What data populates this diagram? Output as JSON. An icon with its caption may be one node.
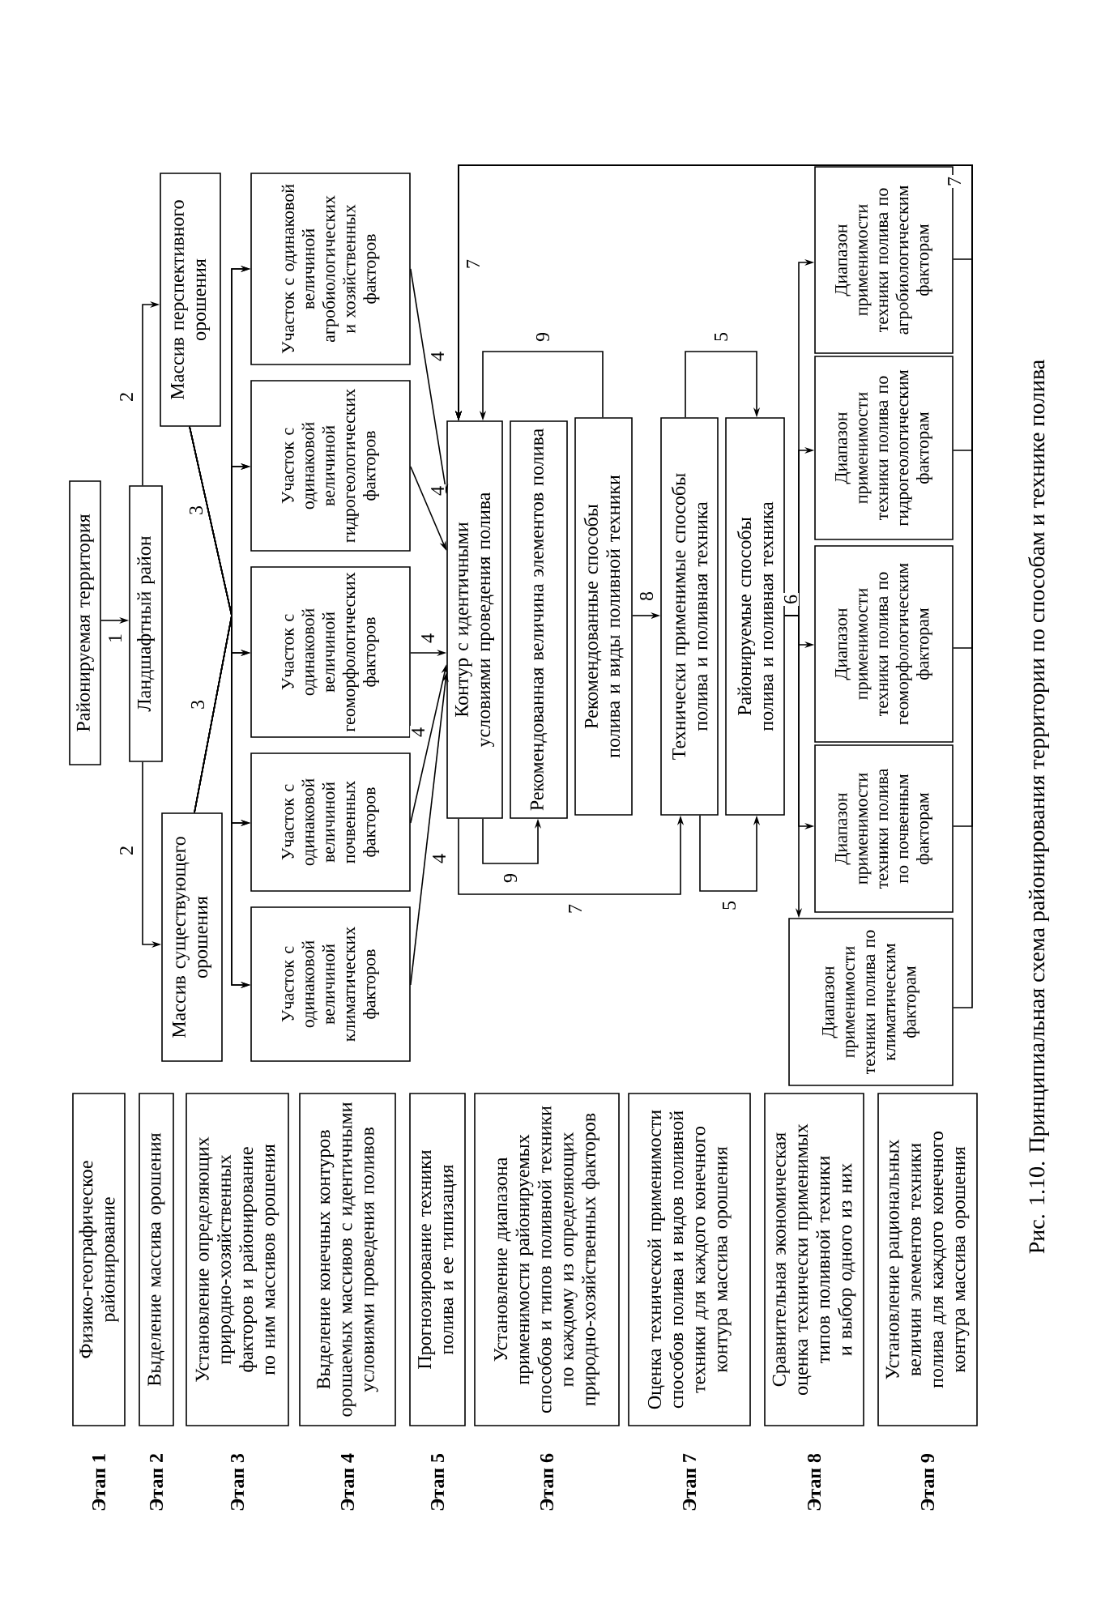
{
  "diagram": {
    "caption": "Рис. 1.10. Принципиальная схема районирования территории по способам и технике полива",
    "nodes": [
      {
        "text": [
          "Физико-географическое районирование"
        ],
        "beside": [
          "Этап 1"
        ]
      },
      {
        "text": [
          "Выделение массива орошения"
        ],
        "beside": [
          "Этап 2"
        ]
      },
      {
        "text": [
          "Установление определяющих природно-хозяйственных факторов и районирование по ним массивов орошения"
        ],
        "beside": [
          "Этап 3"
        ]
      },
      {
        "text": [
          "Выделение конечных контуров орошаемых массивов с идентичными условиями проведения поливов"
        ],
        "beside": [
          "Этап 4"
        ]
      },
      {
        "text": [
          "Прогнозирование техники полива и ее типизация"
        ],
        "beside": [
          "Этап 5"
        ]
      },
      {
        "text": [
          "Установление диапазона применимости районируемых способов и типов поливной техники по каждому из определяющих природно-хозяйственных факторов"
        ],
        "beside": [
          "Этап 6"
        ]
      },
      {
        "text": [
          "Оценка технической применимости способов полива и видов поливной техники для каждого конечного контура массива орошения"
        ],
        "beside": [
          "Этап 7"
        ]
      },
      {
        "text": [
          "Сравнительная экономическая оценка технически применимых типов поливной техники и выбор одного из них"
        ],
        "beside": [
          "Этап 8"
        ]
      },
      {
        "text": [
          "Установление рациональных величин элементов техники полива для каждого конечного контура массива орошения"
        ],
        "beside": [
          "Этап 9"
        ]
      },
      {
        "text": [
          "Районируемая территория"
        ]
      },
      {
        "text": [
          "Ландшафтный район"
        ]
      },
      {
        "text": [
          "Массив существующего орошения"
        ]
      },
      {
        "text": [
          "Массив перспективного орошения"
        ]
      },
      {
        "text": [
          "Участок с одинаковой величиной климатических факторов"
        ]
      },
      {
        "text": [
          "Участок с одинаковой величиной почвенных факторов"
        ]
      },
      {
        "text": [
          "Участок с одинаковой величиной геоморфологических факторов"
        ]
      },
      {
        "text": [
          "Участок с одинаковой величиной гидрогеологических факторов"
        ]
      },
      {
        "text": [
          "Участок с одинаковой величиной агробиологических и хозяйственных факторов"
        ]
      },
      {
        "text": [
          "Контур с идентичными условиями проведения полива"
        ]
      },
      {
        "text": [
          "Рекомендованная величина элементов полива"
        ]
      },
      {
        "text": [
          "Рекомендованные способы полива и виды поливной техники"
        ]
      },
      {
        "text": [
          "Технически применимые способы полива и поливная техника"
        ]
      },
      {
        "text": [
          "Районируемые способы полива и поливная техника"
        ]
      },
      {
        "text": [
          "Диапазон применимости техники полива по климатическим факторам"
        ]
      },
      {
        "text": [
          "Диапазон применимости техники полива по почвенным факторам"
        ]
      },
      {
        "text": [
          "Диапазон применимости техники полива по геоморфологическим факторам"
        ]
      },
      {
        "text": [
          "Диапазон применимости техники полива по гидрогеологическим факторам"
        ]
      },
      {
        "text": [
          "Диапазон применимости техники полива по агробиологическим факторам"
        ]
      }
    ],
    "edges": [
      {
        "from": 9,
        "to": 10,
        "arrow": "to",
        "label": "1"
      },
      {
        "from": 10,
        "to": 11,
        "arrow": "to",
        "label": "2"
      },
      {
        "from": 10,
        "to": 12,
        "arrow": "to",
        "label": "2"
      },
      {
        "from": 11,
        "to": 13,
        "arrow": "to",
        "label": "3"
      },
      {
        "from": 11,
        "to": 14,
        "arrow": "to"
      },
      {
        "from": 11,
        "to": 15,
        "arrow": "to"
      },
      {
        "from": 11,
        "to": 16,
        "arrow": "to"
      },
      {
        "from": 11,
        "to": 17,
        "arrow": "to"
      },
      {
        "from": 12,
        "to": 13,
        "arrow": "to"
      },
      {
        "from": 12,
        "to": 14,
        "arrow": "to"
      },
      {
        "from": 12,
        "to": 15,
        "arrow": "to"
      },
      {
        "from": 12,
        "to": 16,
        "arrow": "to"
      },
      {
        "from": 12,
        "to": 17,
        "arrow": "to",
        "label": "3"
      },
      {
        "from": 13,
        "to": 18,
        "arrow": "to",
        "label": "4"
      },
      {
        "from": 14,
        "to": 18,
        "arrow": "to",
        "label": "4"
      },
      {
        "from": 15,
        "to": 18,
        "arrow": "to",
        "label": "4"
      },
      {
        "from": 16,
        "to": 18,
        "arrow": "to",
        "label": "4"
      },
      {
        "from": 17,
        "to": 18,
        "arrow": "to",
        "label": "4"
      },
      {
        "from": 18,
        "to": 19,
        "arrow": "to",
        "label": "9"
      },
      {
        "from": 20,
        "to": 18,
        "arrow": "to",
        "label": "9"
      },
      {
        "from": 20,
        "to": 21,
        "arrow": "to",
        "label": "8"
      },
      {
        "from": 18,
        "to": 21,
        "arrow": "to",
        "label": "7"
      },
      {
        "from": 21,
        "to": 22,
        "arrow": "to",
        "label": "5"
      },
      {
        "from": 21,
        "to": 22,
        "arrow": "to",
        "label": "5"
      },
      {
        "from": 22,
        "to": 23,
        "arrow": "to",
        "label": "6"
      },
      {
        "from": 22,
        "to": 24,
        "arrow": "to"
      },
      {
        "from": 22,
        "to": 25,
        "arrow": "to"
      },
      {
        "from": 22,
        "to": 26,
        "arrow": "to"
      },
      {
        "from": 22,
        "to": 27,
        "arrow": "to"
      },
      {
        "from": 23,
        "to": 18,
        "arrow": "to",
        "label": "7"
      },
      {
        "from": 24,
        "to": 18,
        "arrow": "to"
      },
      {
        "from": 25,
        "to": 18,
        "arrow": "to"
      },
      {
        "from": 26,
        "to": 18,
        "arrow": "to"
      },
      {
        "from": 27,
        "to": 18,
        "arrow": "to",
        "label": "7"
      }
    ]
  }
}
